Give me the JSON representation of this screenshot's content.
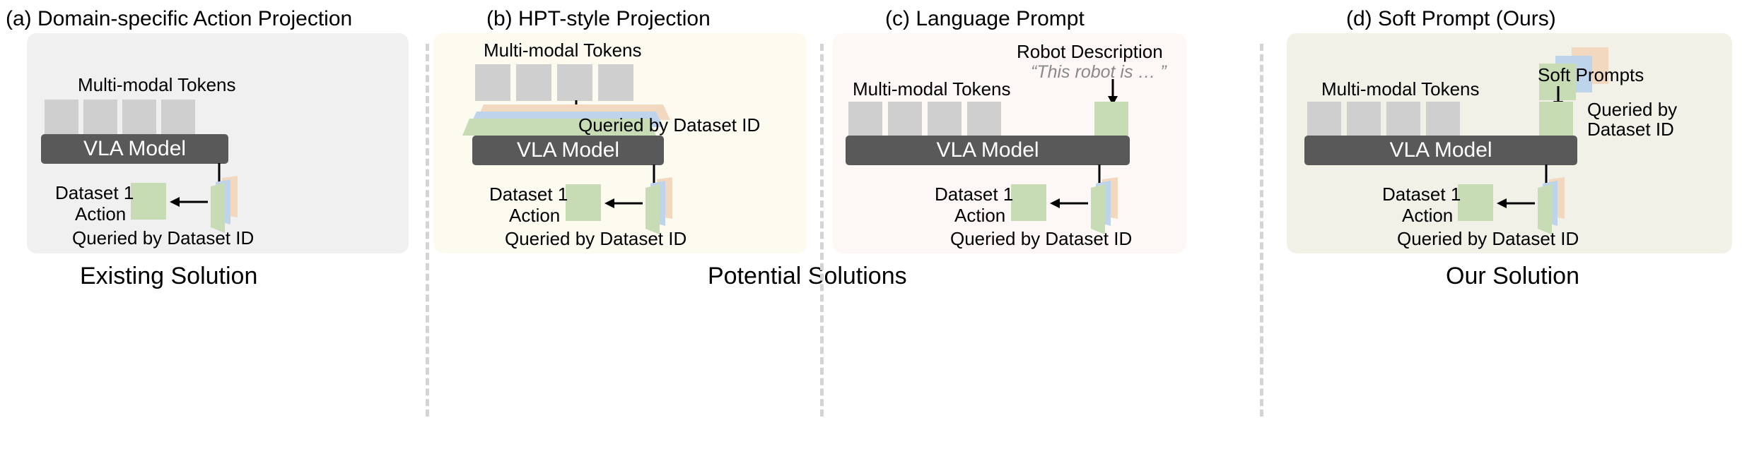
{
  "figure": {
    "panels": [
      {
        "id": "a",
        "title": "(a) Domain-specific Action Projection",
        "bg_color": "#f0f0f0",
        "tokens_label": "Multi-modal Tokens",
        "token_count": 4,
        "model_label": "VLA Model",
        "action_label_line1": "Dataset 1",
        "action_label_line2": "Action",
        "query_label": "Queried by Dataset ID",
        "caption": "Existing Solution"
      },
      {
        "id": "b",
        "title": "(b) HPT-style Projection",
        "bg_color": "#fdfaef",
        "tokens_label": "Multi-modal Tokens",
        "token_count": 4,
        "top_query_label": "Queried by Dataset ID",
        "model_label": "VLA Model",
        "action_label_line1": "Dataset 1",
        "action_label_line2": "Action",
        "query_label": "Queried by Dataset ID",
        "caption": "Potential Solutions"
      },
      {
        "id": "c",
        "title": "(c) Language Prompt",
        "bg_color": "#fdf8f5",
        "tokens_label": "Multi-modal Tokens",
        "token_count": 4,
        "prompt_title": "Robot Description",
        "prompt_quote": "“This robot is … ”",
        "model_label": "VLA Model",
        "action_label_line1": "Dataset 1",
        "action_label_line2": "Action",
        "query_label": "Queried by Dataset ID"
      },
      {
        "id": "d",
        "title": "(d) Soft Prompt (Ours)",
        "bg_color": "#f1f1e8",
        "tokens_label": "Multi-modal Tokens",
        "token_count": 4,
        "soft_prompts_label": "Soft Prompts",
        "query_label_line1": "Queried by",
        "query_label_line2": "Dataset ID",
        "model_label": "VLA Model",
        "action_label_line1": "Dataset 1",
        "action_label_line2": "Action",
        "query_label": "Queried by Dataset ID",
        "caption": "Our Solution"
      }
    ],
    "colors": {
      "token_gray": "#cfcfcf",
      "accent_green": "#c7dcb5",
      "accent_blue": "#bdd4ea",
      "accent_orange": "#f3d8c0",
      "model_dark": "#595959",
      "divider_gray": "#d4d4d4"
    }
  }
}
